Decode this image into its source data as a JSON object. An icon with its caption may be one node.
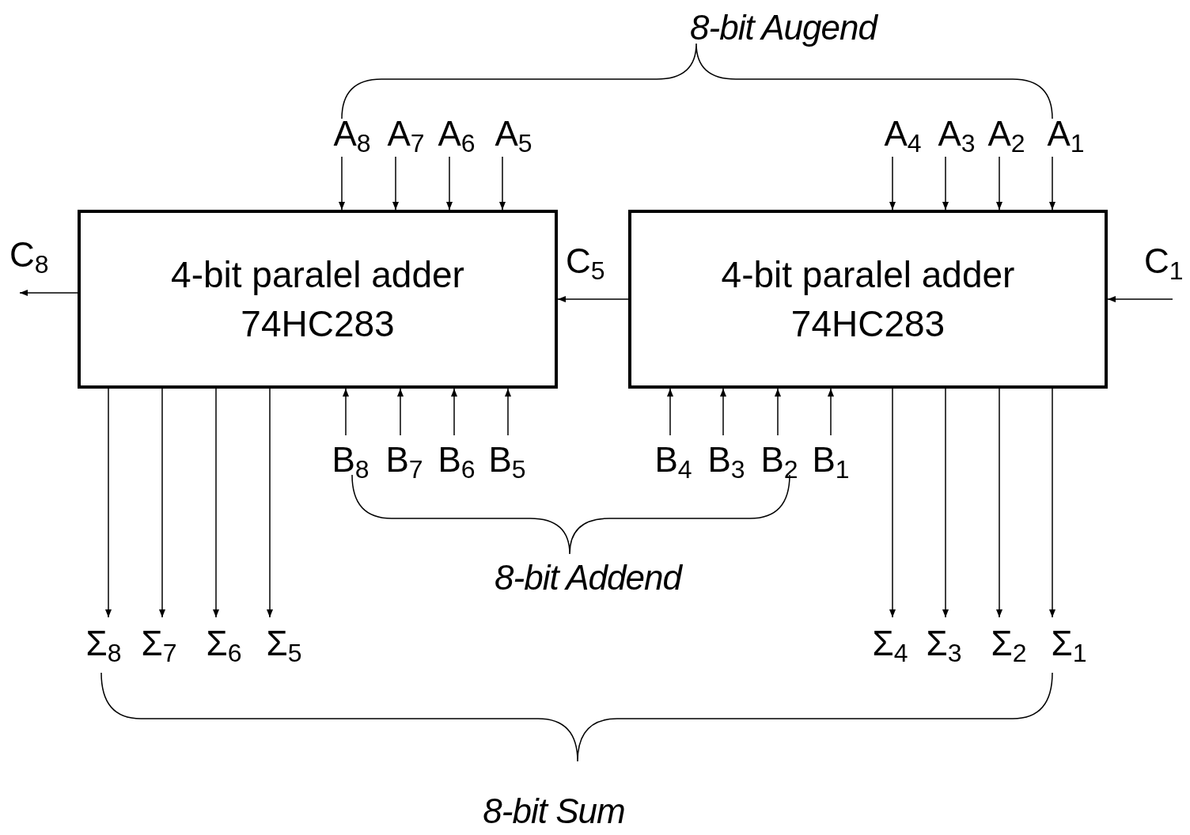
{
  "diagram": {
    "nodes": [
      {
        "text": [
          "4-bit paralel adder",
          "74HC283"
        ]
      },
      {
        "text": [
          "4-bit paralel adder",
          "74HC283"
        ]
      },
      {
        "text": [
          "A$_{8}$"
        ]
      },
      {
        "text": [
          "A$_{7}$"
        ]
      },
      {
        "text": [
          "A$_{6}$"
        ]
      },
      {
        "text": [
          "A$_{5}$"
        ]
      },
      {
        "text": [
          "A$_{4}$"
        ]
      },
      {
        "text": [
          "A$_{3}$"
        ]
      },
      {
        "text": [
          "A$_{2}$"
        ]
      },
      {
        "text": [
          "A$_{1}$"
        ]
      },
      {
        "text": [
          "B$_{8}$"
        ]
      },
      {
        "text": [
          "B$_{7}$"
        ]
      },
      {
        "text": [
          "B$_{6}$"
        ]
      },
      {
        "text": [
          "B$_{5}$"
        ]
      },
      {
        "text": [
          "B$_{4}$"
        ]
      },
      {
        "text": [
          "B$_{3}$"
        ]
      },
      {
        "text": [
          "B$_{2}$"
        ]
      },
      {
        "text": [
          "B$_{1}$"
        ]
      },
      {
        "text": [
          "Σ$_{8}$"
        ]
      },
      {
        "text": [
          "Σ$_{7}$"
        ]
      },
      {
        "text": [
          "Σ$_{6}$"
        ]
      },
      {
        "text": [
          "Σ$_{5}$"
        ]
      },
      {
        "text": [
          "Σ$_{4}$"
        ]
      },
      {
        "text": [
          "Σ$_{3}$"
        ]
      },
      {
        "text": [
          "Σ$_{2}$"
        ]
      },
      {
        "text": [
          "Σ$_{1}$"
        ]
      }
    ],
    "edges": [
      {
        "from": 2,
        "to": 0,
        "arrow": "to"
      },
      {
        "from": 3,
        "to": 0,
        "arrow": "to"
      },
      {
        "from": 4,
        "to": 0,
        "arrow": "to"
      },
      {
        "from": 5,
        "to": 0,
        "arrow": "to"
      },
      {
        "from": 6,
        "to": 1,
        "arrow": "to"
      },
      {
        "from": 7,
        "to": 1,
        "arrow": "to"
      },
      {
        "from": 8,
        "to": 1,
        "arrow": "to"
      },
      {
        "from": 9,
        "to": 1,
        "arrow": "to"
      },
      {
        "from": 10,
        "to": 0,
        "arrow": "to"
      },
      {
        "from": 11,
        "to": 0,
        "arrow": "to"
      },
      {
        "from": 12,
        "to": 0,
        "arrow": "to"
      },
      {
        "from": 13,
        "to": 0,
        "arrow": "to"
      },
      {
        "from": 14,
        "to": 1,
        "arrow": "to"
      },
      {
        "from": 15,
        "to": 1,
        "arrow": "to"
      },
      {
        "from": 16,
        "to": 1,
        "arrow": "to"
      },
      {
        "from": 17,
        "to": 1,
        "arrow": "to"
      },
      {
        "from": 0,
        "to": 18,
        "arrow": "to"
      },
      {
        "from": 0,
        "to": 19,
        "arrow": "to"
      },
      {
        "from": 0,
        "to": 20,
        "arrow": "to"
      },
      {
        "from": 0,
        "to": 21,
        "arrow": "to"
      },
      {
        "from": 1,
        "to": 22,
        "arrow": "to"
      },
      {
        "from": 1,
        "to": 23,
        "arrow": "to"
      },
      {
        "from": 1,
        "to": 24,
        "arrow": "to"
      },
      {
        "from": 1,
        "to": 25,
        "arrow": "to"
      },
      {
        "from": 1,
        "to": 0,
        "arrow": "to",
        "label": "C$_{5}$"
      },
      {
        "from": 0,
        "to": null,
        "arrow": "to",
        "label": "C$_{8}$"
      },
      {
        "from": null,
        "to": 1,
        "arrow": "to",
        "label": "C$_{1}$"
      }
    ],
    "labels": [
      "8-bit Augend",
      "8-bit Addend",
      "8-bit Sum"
    ]
  }
}
